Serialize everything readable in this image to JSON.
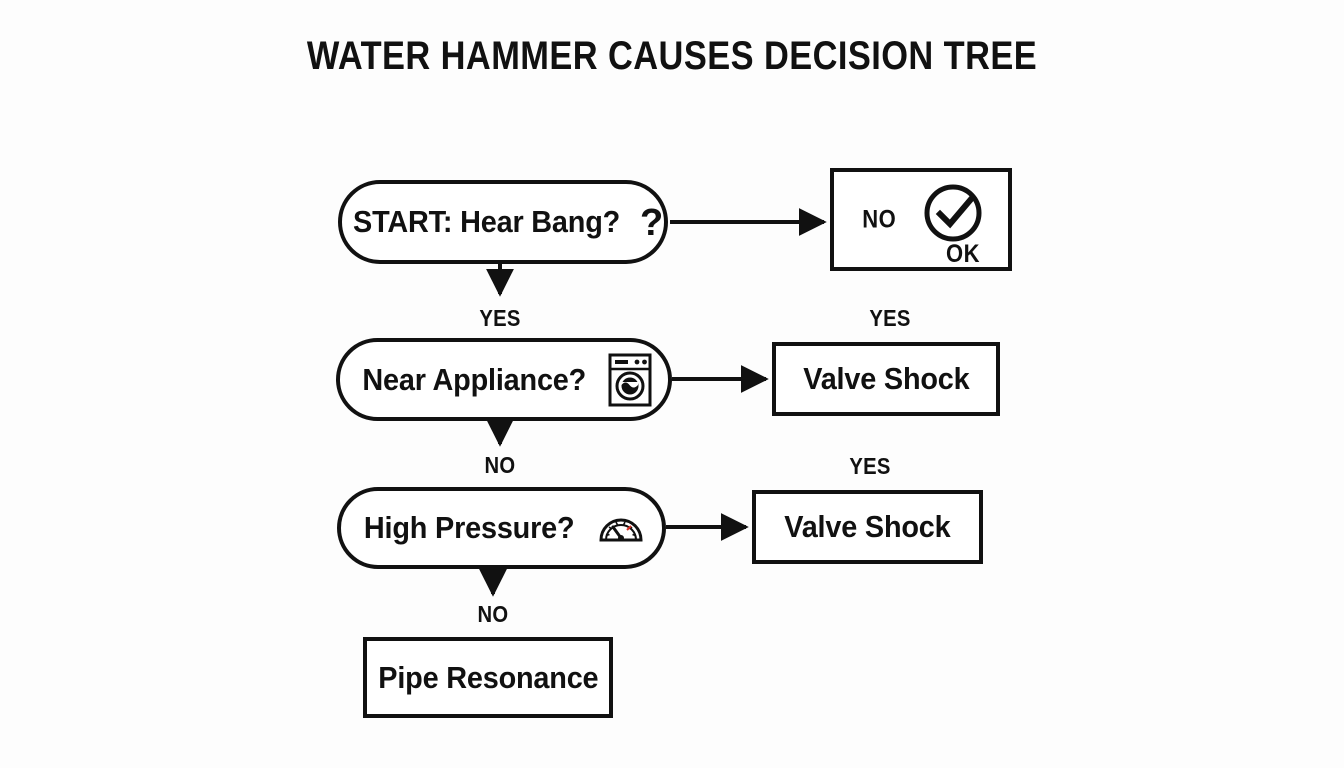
{
  "page": {
    "title": "WATER HAMMER CAUSES DECISION TREE",
    "background_color": "#fdfdfd",
    "ink_color": "#111111"
  },
  "diagram": {
    "type": "decision-tree-flowchart",
    "nodes": [
      {
        "id": "start",
        "shape": "stadium",
        "label": "START: Hear Bang?",
        "icon": "question-mark-icon",
        "role": "decision"
      },
      {
        "id": "ok",
        "shape": "rectangle",
        "label": "OK",
        "prefix_label": "NO",
        "icon": "check-circle-icon",
        "role": "terminal"
      },
      {
        "id": "appliance",
        "shape": "stadium",
        "label": "Near Appliance?",
        "icon": "washing-machine-icon",
        "role": "decision"
      },
      {
        "id": "valve_shock_1",
        "shape": "rectangle",
        "label": "Valve Shock",
        "role": "terminal"
      },
      {
        "id": "pressure",
        "shape": "stadium",
        "label": "High Pressure?",
        "icon": "gauge-icon",
        "role": "decision"
      },
      {
        "id": "valve_shock_2",
        "shape": "rectangle",
        "label": "Valve Shock",
        "role": "terminal"
      },
      {
        "id": "resonance",
        "shape": "rectangle",
        "label": "Pipe Resonance",
        "role": "terminal"
      }
    ],
    "edges": [
      {
        "from": "start",
        "to": "ok",
        "label": "NO",
        "direction": "right"
      },
      {
        "from": "start",
        "to": "appliance",
        "label": "YES",
        "direction": "down"
      },
      {
        "from": "appliance",
        "to": "valve_shock_1",
        "label": "YES",
        "direction": "right"
      },
      {
        "from": "appliance",
        "to": "pressure",
        "label": "NO",
        "direction": "down"
      },
      {
        "from": "pressure",
        "to": "valve_shock_2",
        "label": "YES",
        "direction": "right"
      },
      {
        "from": "pressure",
        "to": "resonance",
        "label": "NO",
        "direction": "down"
      }
    ],
    "edge_labels": {
      "start_down": "YES",
      "appliance_right": "YES",
      "appliance_down": "NO",
      "pressure_right": "YES",
      "pressure_down": "NO"
    }
  }
}
